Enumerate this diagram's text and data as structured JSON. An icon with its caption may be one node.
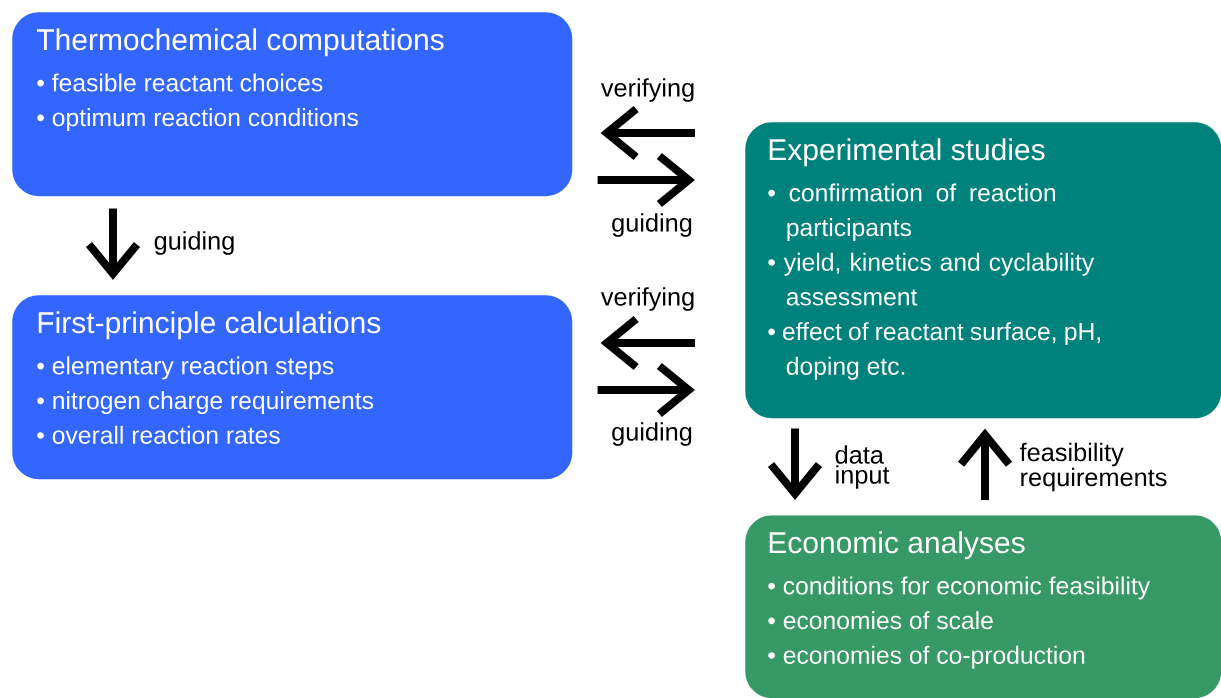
{
  "diagram": {
    "nodes": [
      {
        "text": [
          "Thermochemical computations",
          "• feasible reactant choices",
          "• optimum reaction conditions"
        ]
      },
      {
        "text": [
          "First-principle calculations",
          "• elementary reaction steps",
          "• nitrogen charge requirements",
          "• overall reaction rates"
        ]
      },
      {
        "text": [
          "Experimental studies",
          "• confirmation of reaction participants",
          "• yield, kinetics and cyclability assessment",
          "• effect of reactant surface, pH, doping etc."
        ]
      },
      {
        "text": [
          "Economic analyses",
          "• conditions for economic feasibility",
          "• economies of scale",
          "• economies of co-production"
        ]
      }
    ],
    "edges": [
      {
        "from": 2,
        "to": 0,
        "arrow": "to",
        "label": "verifying"
      },
      {
        "from": 0,
        "to": 2,
        "arrow": "to",
        "label": "guiding"
      },
      {
        "from": 0,
        "to": 1,
        "arrow": "to",
        "label": "guiding"
      },
      {
        "from": 2,
        "to": 1,
        "arrow": "to",
        "label": "verifying"
      },
      {
        "from": 1,
        "to": 2,
        "arrow": "to",
        "label": "guiding"
      },
      {
        "from": 2,
        "to": 3,
        "arrow": "to",
        "label": "data input"
      },
      {
        "from": 3,
        "to": 2,
        "arrow": "to",
        "label": "feasibility requirements"
      }
    ]
  }
}
